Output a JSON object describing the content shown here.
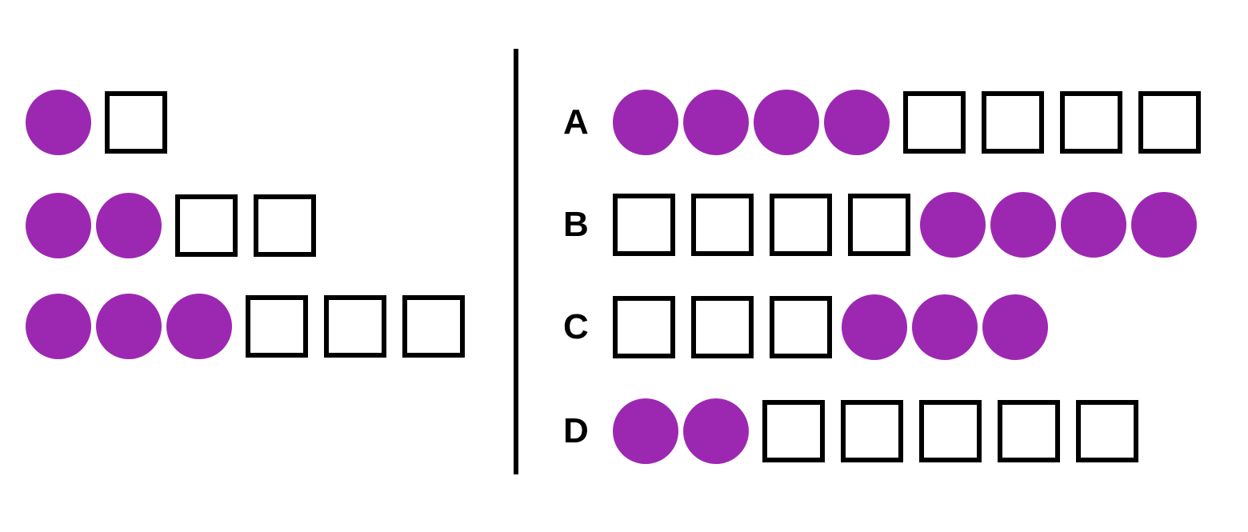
{
  "quiz": {
    "pattern_rows": [
      {
        "sequence": [
          "circle",
          "square"
        ]
      },
      {
        "sequence": [
          "circle",
          "circle",
          "square",
          "square"
        ]
      },
      {
        "sequence": [
          "circle",
          "circle",
          "circle",
          "square",
          "square",
          "square"
        ]
      }
    ],
    "options": [
      {
        "label": "A",
        "sequence": [
          "circle",
          "circle",
          "circle",
          "circle",
          "square",
          "square",
          "square",
          "square"
        ]
      },
      {
        "label": "B",
        "sequence": [
          "square",
          "square",
          "square",
          "square",
          "circle",
          "circle",
          "circle",
          "circle"
        ]
      },
      {
        "label": "C",
        "sequence": [
          "square",
          "square",
          "square",
          "circle",
          "circle",
          "circle"
        ]
      },
      {
        "label": "D",
        "sequence": [
          "circle",
          "circle",
          "square",
          "square",
          "square",
          "square",
          "square"
        ]
      }
    ]
  },
  "palette": {
    "circle_fill": "#9C28B2",
    "square_border": "#000000",
    "divider": "#000000",
    "label_color": "#000000",
    "background": "#FFFFFF"
  }
}
